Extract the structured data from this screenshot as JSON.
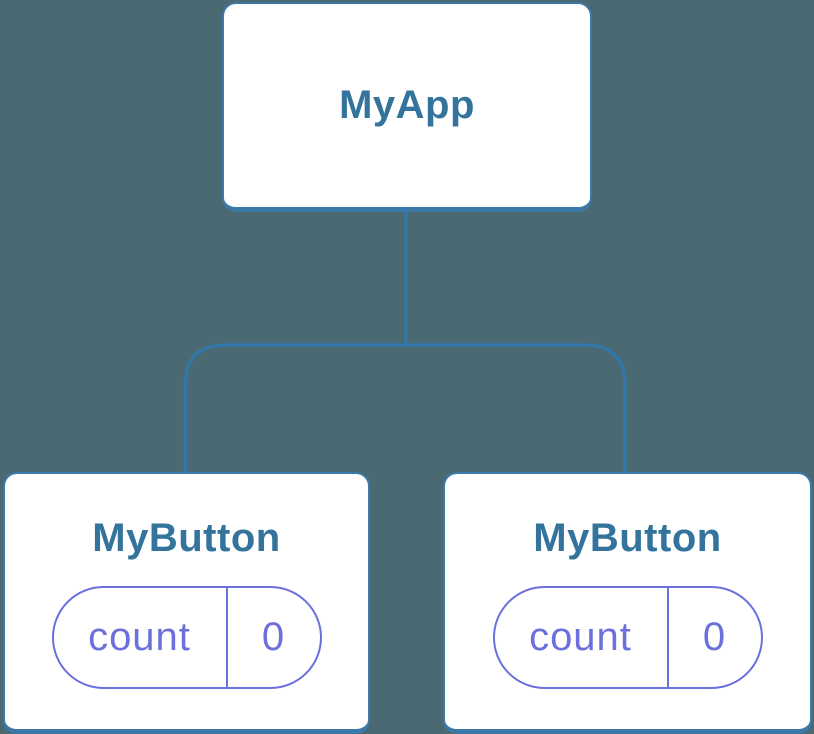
{
  "colors": {
    "background": "#4B6972",
    "connector": "#3377A9",
    "box_border": "#3A79A8",
    "box_fill": "#FFFFFF",
    "component_text": "#33739C",
    "state_accent": "#6B70DC"
  },
  "tree": {
    "root": {
      "name": "MyApp"
    },
    "children": [
      {
        "name": "MyButton",
        "state": {
          "label": "count",
          "value": "0"
        }
      },
      {
        "name": "MyButton",
        "state": {
          "label": "count",
          "value": "0"
        }
      }
    ]
  }
}
